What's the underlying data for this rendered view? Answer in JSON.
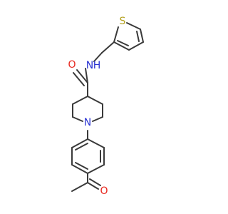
{
  "molecule": {
    "atoms": {
      "oxygen_amide": {
        "label": "O",
        "color": "#e8261d"
      },
      "nitrogen_amide": {
        "label": "N",
        "color": "#2b34d3"
      },
      "hydrogen_amide": {
        "label": "H",
        "color": "#2b34d3"
      },
      "sulfur_thiophene": {
        "label": "S",
        "color": "#b4a11f"
      },
      "nitrogen_piperidine": {
        "label": "N",
        "color": "#2b34d3"
      },
      "oxygen_ketone": {
        "label": "O",
        "color": "#e8261d"
      }
    },
    "bond_color": "#3a3a3a"
  }
}
